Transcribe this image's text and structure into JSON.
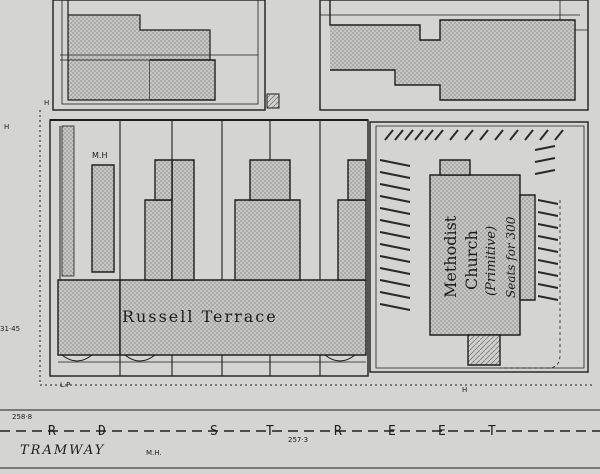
{
  "map": {
    "terrace_label": "Russell Terrace",
    "church_lines": [
      "Methodist",
      "Church",
      "(Primitive)",
      "Seats for 300"
    ],
    "mh_labels": [
      "M.H",
      "M.H"
    ],
    "hydrant_labels": [
      "H",
      "H",
      "H"
    ],
    "lamp_post_label": "L.P",
    "spot_heights": [
      "31·45",
      "258·8",
      "257·3"
    ],
    "street_letters": [
      "R",
      "D",
      "S",
      "T",
      "R",
      "E",
      "E",
      "T"
    ],
    "tramway_label": "TRAMWAY",
    "tramway_mh": "M.H.",
    "colors": {
      "paper": "#d4d4d2",
      "ink": "#1e1e1e",
      "hatch": "#8a8a8a"
    }
  }
}
